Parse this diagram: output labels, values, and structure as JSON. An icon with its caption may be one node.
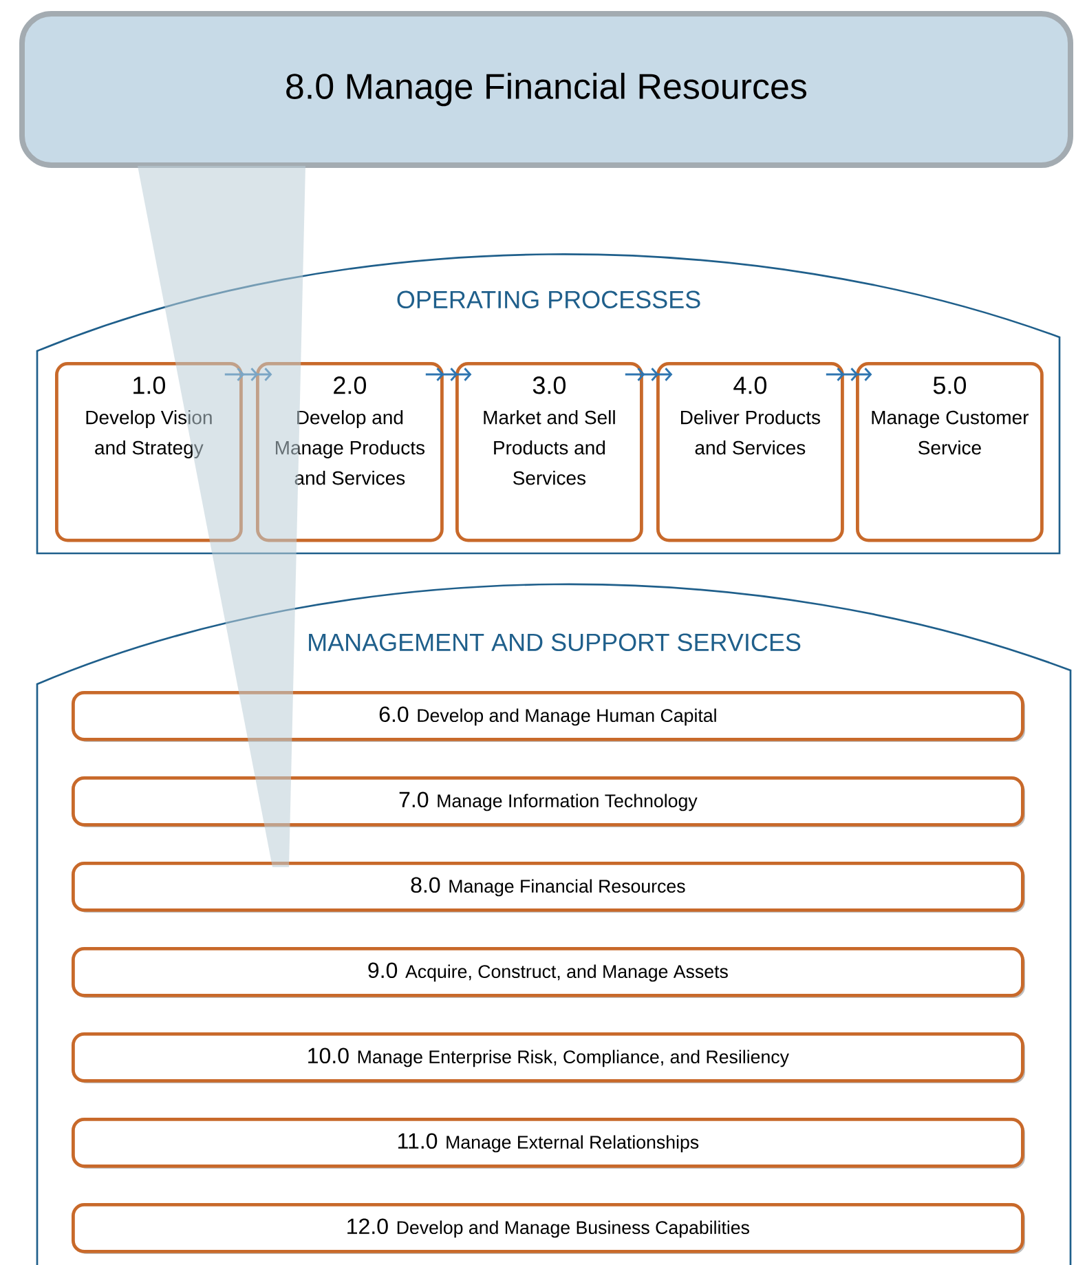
{
  "diagram": {
    "nodes": [
      {
        "text": [
          "8.0 Manage Financial Resources"
        ]
      },
      {
        "text": [
          "OPERATING PROCESSES"
        ]
      },
      {
        "text": [
          "1.0",
          "Develop Vision and Strategy"
        ],
        "in": 1
      },
      {
        "text": [
          "2.0",
          "Develop and Manage Products and Services"
        ],
        "in": 1
      },
      {
        "text": [
          "3.0",
          "Market and Sell Products and Services"
        ],
        "in": 1
      },
      {
        "text": [
          "4.0",
          "Deliver Products and Services"
        ],
        "in": 1
      },
      {
        "text": [
          "5.0",
          "Manage Customer Service"
        ],
        "in": 1
      },
      {
        "text": [
          "MANAGEMENT AND SUPPORT SERVICES"
        ]
      },
      {
        "text": [
          "6.0",
          "Develop and Manage Human Capital"
        ],
        "in": 7
      },
      {
        "text": [
          "7.0",
          "Manage Information Technology"
        ],
        "in": 7
      },
      {
        "text": [
          "8.0",
          "Manage Financial Resources"
        ],
        "in": 7
      },
      {
        "text": [
          "9.0",
          "Acquire, Construct, and Manage Assets"
        ],
        "in": 7
      },
      {
        "text": [
          "10.0",
          "Manage Enterprise Risk, Compliance, and Resiliency"
        ],
        "in": 7
      },
      {
        "text": [
          "11.0",
          "Manage External Relationships"
        ],
        "in": 7
      },
      {
        "text": [
          "12.0",
          "Develop and Manage Business Capabilities"
        ],
        "in": 7
      }
    ],
    "edges": [
      {
        "from": 2,
        "to": 3,
        "arrow": "to"
      },
      {
        "from": 3,
        "to": 4,
        "arrow": "to"
      },
      {
        "from": 4,
        "to": 5,
        "arrow": "to"
      },
      {
        "from": 5,
        "to": 6,
        "arrow": "to"
      },
      {
        "from": 0,
        "to": 10,
        "arrow": "none"
      }
    ]
  }
}
